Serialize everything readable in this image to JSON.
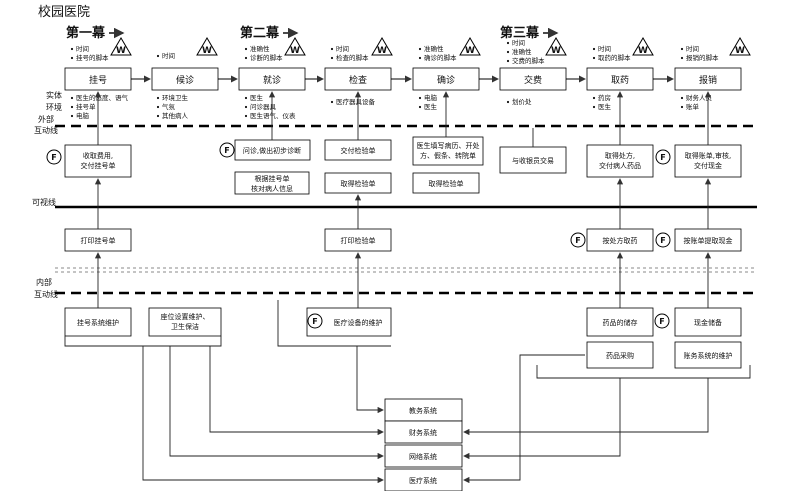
{
  "title": "校园医院",
  "acts": [
    "第一幕",
    "第二幕",
    "第三幕"
  ],
  "lane_labels": {
    "physical_env": [
      "实体",
      "环境"
    ],
    "external_interaction": [
      "外部",
      "互动线"
    ],
    "visibility": "可视线",
    "internal_interaction": [
      "内部",
      "互动线"
    ]
  },
  "stages": [
    {
      "label": "挂号",
      "top_notes": [
        "时间",
        "挂号的脚本"
      ],
      "env_notes": [
        "医生的态度、语气",
        "挂号单",
        "电脑"
      ]
    },
    {
      "label": "候诊",
      "top_notes": [
        "时间"
      ],
      "env_notes": [
        "环境卫生",
        "气氛",
        "其他病人"
      ]
    },
    {
      "label": "就诊",
      "top_notes": [
        "准确性",
        "诊断的脚本"
      ],
      "env_notes": [
        "医生",
        "问诊器具",
        "医生语气、仪表"
      ]
    },
    {
      "label": "检查",
      "top_notes": [
        "时间",
        "检查的脚本"
      ],
      "env_notes": [
        "医疗器具设备"
      ]
    },
    {
      "label": "确诊",
      "top_notes": [
        "准确性",
        "确诊的脚本"
      ],
      "env_notes": [
        "电脑",
        "医生"
      ]
    },
    {
      "label": "交费",
      "top_notes": [
        "时间",
        "准确性",
        "交费的脚本"
      ],
      "env_notes": [
        "划价处"
      ]
    },
    {
      "label": "取药",
      "top_notes": [
        "时间",
        "取药的脚本"
      ],
      "env_notes": [
        "药房",
        "医生"
      ]
    },
    {
      "label": "报销",
      "top_notes": [
        "时间",
        "报销的脚本"
      ],
      "env_notes": [
        "财务人员",
        "账单"
      ]
    }
  ],
  "frontstage": [
    "收取费用,\n交付挂号单",
    "问诊,做出初步诊断",
    "根据挂号单\n核对病人信息",
    "交付检验单",
    "取得检验单",
    "医生填写病历、开处\n方、假条、转院单",
    "取得检验单",
    "与收银员交易",
    "取得处方,\n交付病人药品",
    "取得账单,审核,\n交付现金"
  ],
  "backstage": [
    "打印挂号单",
    "打印检验单",
    "按处方取药",
    "按账单提取现金"
  ],
  "support": [
    "挂号系统维护",
    "座位设置维护、\n卫生保洁",
    "医疗设备的维护",
    "药品的储存",
    "药品采购",
    "现金储备",
    "账务系统的维护"
  ],
  "systems": [
    "教务系统",
    "财务系统",
    "网络系统",
    "医疗系统"
  ],
  "fail_marker": "F",
  "wait_marker": "W"
}
